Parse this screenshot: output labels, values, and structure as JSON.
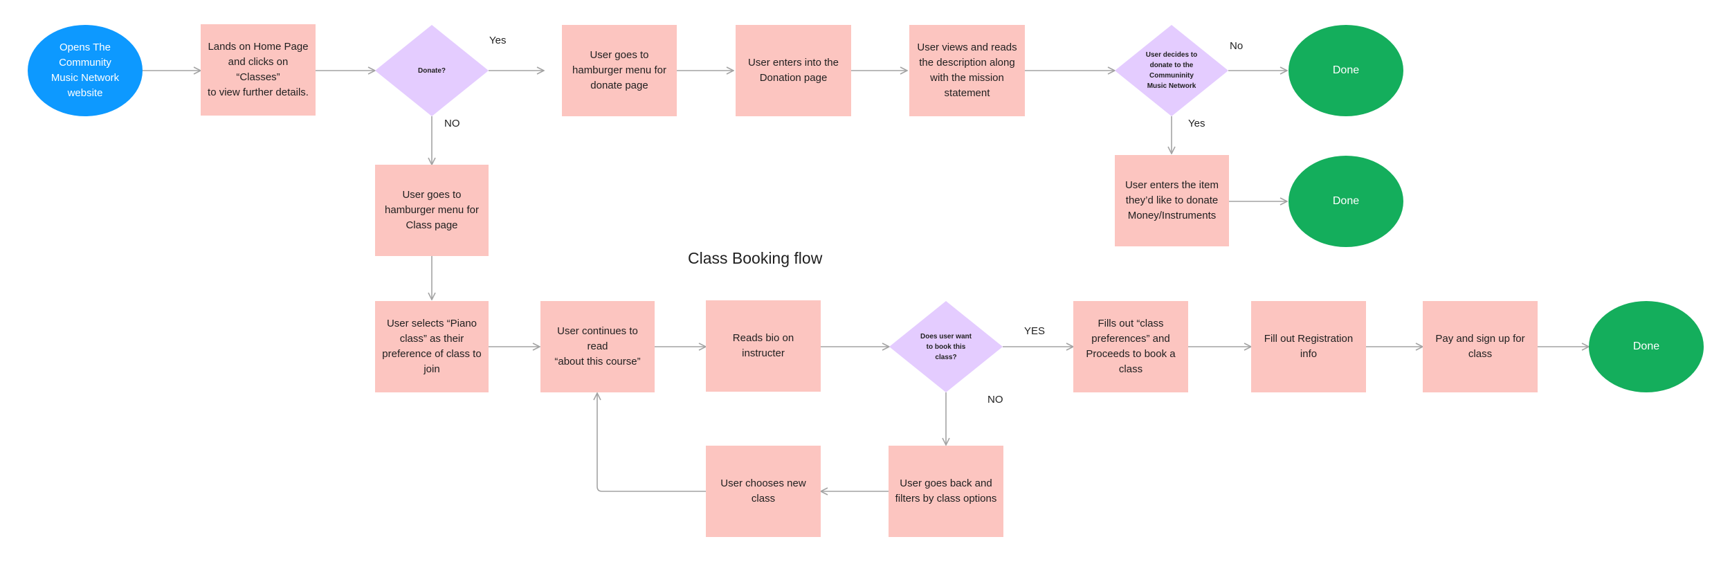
{
  "nodes": {
    "start": "Opens The\nCommunity\nMusic Network\nwebsite",
    "landing": "Lands on Home Page\nand clicks on “Classes”\nto view further details.",
    "donate_decision": "Donate?",
    "donate_menu": "User goes to\nhamburger menu for\ndonate page",
    "donation_page": "User enters into the\nDonation page",
    "reads_description": "User views and reads\nthe description along\nwith the mission\nstatement",
    "decides_donate": "User decides to\ndonate to the\nCommuninity\nMusic Network",
    "done_no": "Done",
    "enter_item": "User enters the item\nthey’d like to donate\nMoney/Instruments",
    "done_donate": "Done",
    "class_menu": "User goes to\nhamburger menu for\nClass page",
    "select_piano": "User selects “Piano\nclass” as their\npreference of class to\njoin",
    "read_about": "User continues to read\n“about this course”",
    "read_bio": "Reads bio on instructer",
    "book_decision": "Does user want\nto book this\nclass?",
    "fill_prefs": "Fills out “class\npreferences” and\nProceeds to book a\nclass",
    "registration": "Fill out Registration\ninfo",
    "pay": "Pay and sign up for\nclass",
    "done_class": "Done",
    "filter_back": "User goes back and\nfilters by class options",
    "choose_new": "User chooses new\nclass"
  },
  "edge_labels": {
    "donate_yes": "Yes",
    "donate_no": "NO",
    "decides_no": "No",
    "decides_yes": "Yes",
    "book_yes": "YES",
    "book_no": "NO"
  },
  "section_title": "Class Booking flow",
  "colors": {
    "start": "#0d99ff",
    "step": "#fcc5c0",
    "decision": "#e4ccff",
    "done": "#14ae5c",
    "connector": "#a3a3a3"
  }
}
